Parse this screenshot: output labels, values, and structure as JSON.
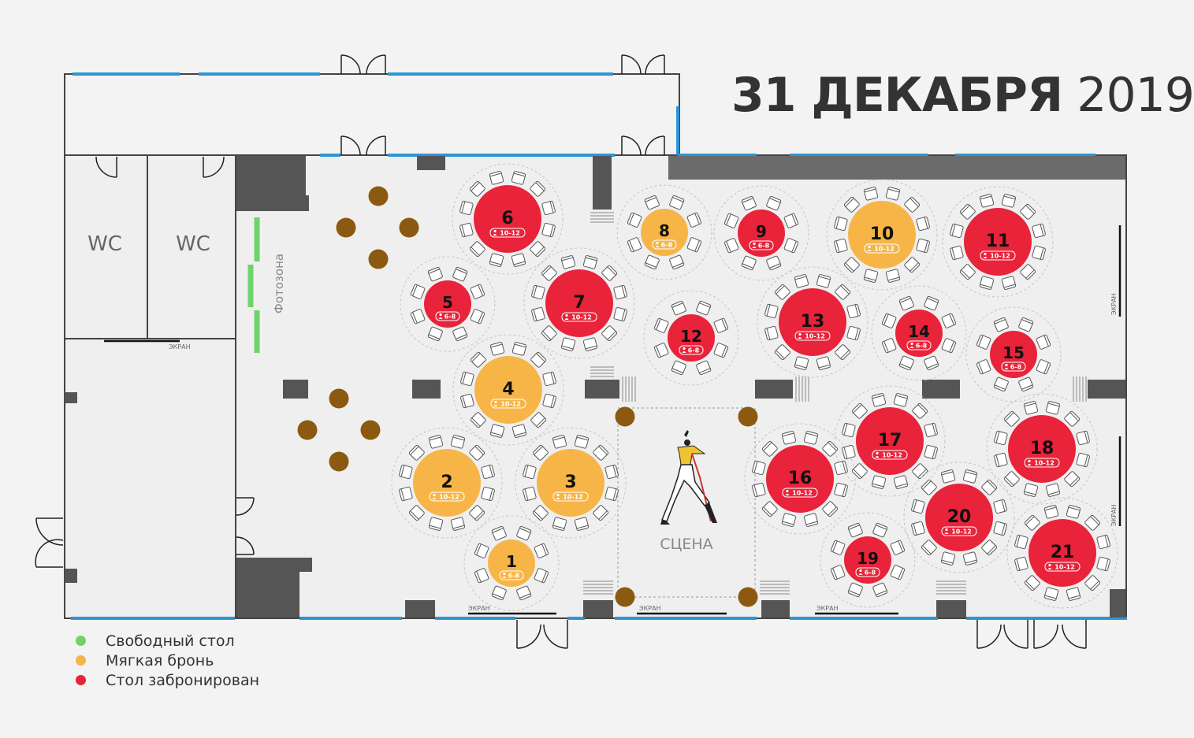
{
  "date": {
    "day_month": "31 ДЕКАБРЯ",
    "year": "2019"
  },
  "colors": {
    "free": "#6fd36a",
    "soft": "#f7b547",
    "booked": "#e8233a",
    "wall": "#555555",
    "window": "#2e95d3",
    "column": "#8b5a10"
  },
  "legend": [
    {
      "label": "Свободный стол",
      "status": "free"
    },
    {
      "label": "Мягкая бронь",
      "status": "soft"
    },
    {
      "label": "Стол забронирован",
      "status": "booked"
    }
  ],
  "labels": {
    "wc1": "WC",
    "wc2": "WC",
    "photo_zone": "Фотозона",
    "stage": "СЦЕНА",
    "screen": "ЭКРАН"
  },
  "tables": [
    {
      "num": "1",
      "cap": "6-8",
      "status": "soft"
    },
    {
      "num": "2",
      "cap": "10-12",
      "status": "soft"
    },
    {
      "num": "3",
      "cap": "10-12",
      "status": "soft"
    },
    {
      "num": "4",
      "cap": "10-12",
      "status": "soft"
    },
    {
      "num": "5",
      "cap": "6-8",
      "status": "booked"
    },
    {
      "num": "6",
      "cap": "10-12",
      "status": "booked"
    },
    {
      "num": "7",
      "cap": "10-12",
      "status": "booked"
    },
    {
      "num": "8",
      "cap": "6-8",
      "status": "soft"
    },
    {
      "num": "9",
      "cap": "6-8",
      "status": "booked"
    },
    {
      "num": "10",
      "cap": "10-12",
      "status": "soft"
    },
    {
      "num": "11",
      "cap": "10-12",
      "status": "booked"
    },
    {
      "num": "12",
      "cap": "6-8",
      "status": "booked"
    },
    {
      "num": "13",
      "cap": "10-12",
      "status": "booked"
    },
    {
      "num": "14",
      "cap": "6-8",
      "status": "booked"
    },
    {
      "num": "15",
      "cap": "6-8",
      "status": "booked"
    },
    {
      "num": "16",
      "cap": "10-12",
      "status": "booked"
    },
    {
      "num": "17",
      "cap": "10-12",
      "status": "booked"
    },
    {
      "num": "18",
      "cap": "10-12",
      "status": "booked"
    },
    {
      "num": "19",
      "cap": "6-8",
      "status": "booked"
    },
    {
      "num": "20",
      "cap": "10-12",
      "status": "booked"
    },
    {
      "num": "21",
      "cap": "10-12",
      "status": "booked"
    }
  ]
}
